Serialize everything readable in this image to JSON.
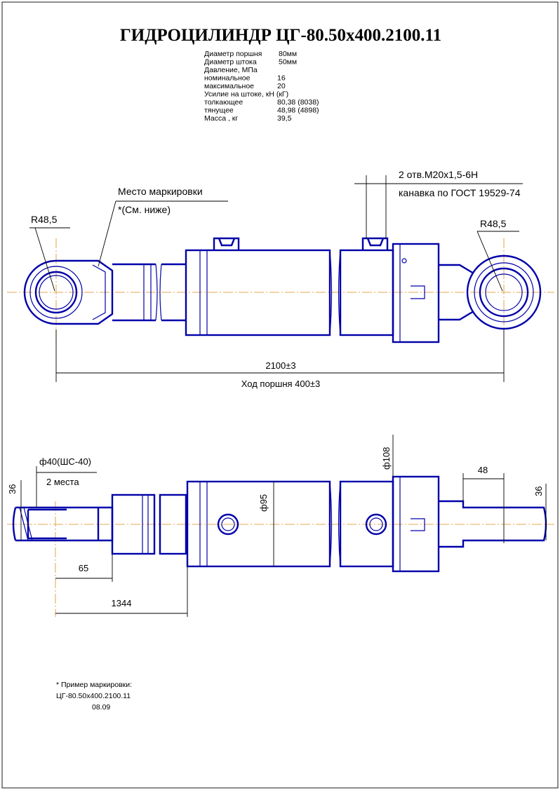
{
  "title": "ГИДРОЦИЛИНДР ЦГ-80.50х400.2100.11",
  "specs": [
    {
      "label": "Диаметр поршня",
      "value": "80мм"
    },
    {
      "label": "Диаметр штока",
      "value": "50мм"
    },
    {
      "label": "Давление, МПа",
      "value": ""
    },
    {
      "label": "номинальное",
      "value": "16"
    },
    {
      "label": "максимальное",
      "value": "20"
    },
    {
      "label": "Усилие на штоке, кН (кГ)",
      "value": ""
    },
    {
      "label": "толкающее",
      "value": "80,38 (8038)"
    },
    {
      "label": "тянущее",
      "value": "48,98 (4898)"
    },
    {
      "label": "Масса , кг",
      "value": "39,5"
    }
  ],
  "top_view": {
    "marking_label": "Место маркировки",
    "marking_ref": "*(См. ниже)",
    "radius_left": "R48,5",
    "radius_right": "R48,5",
    "ports_label": "2 отв.M20x1,5-6H",
    "groove_label": "канавка по ГОСТ 19529-74",
    "length_dim": "2100±3",
    "stroke_dim": "Ход поршня 400±3"
  },
  "bottom_view": {
    "bore_label": "ф40(ШС-40)",
    "bore_places": "2 места",
    "width_left": "36",
    "dim_65": "65",
    "dim_1344": "1344",
    "dia_body": "ф95",
    "dia_head": "ф108",
    "dim_48": "48",
    "width_right": "36"
  },
  "marking_example": {
    "heading": "* Пример маркировки:",
    "code": "ЦГ-80.50х400.2100.11",
    "date": "08.09"
  },
  "colors": {
    "outline": "#0000aa",
    "centerline": "#e08a1e",
    "dimension": "#000000"
  }
}
